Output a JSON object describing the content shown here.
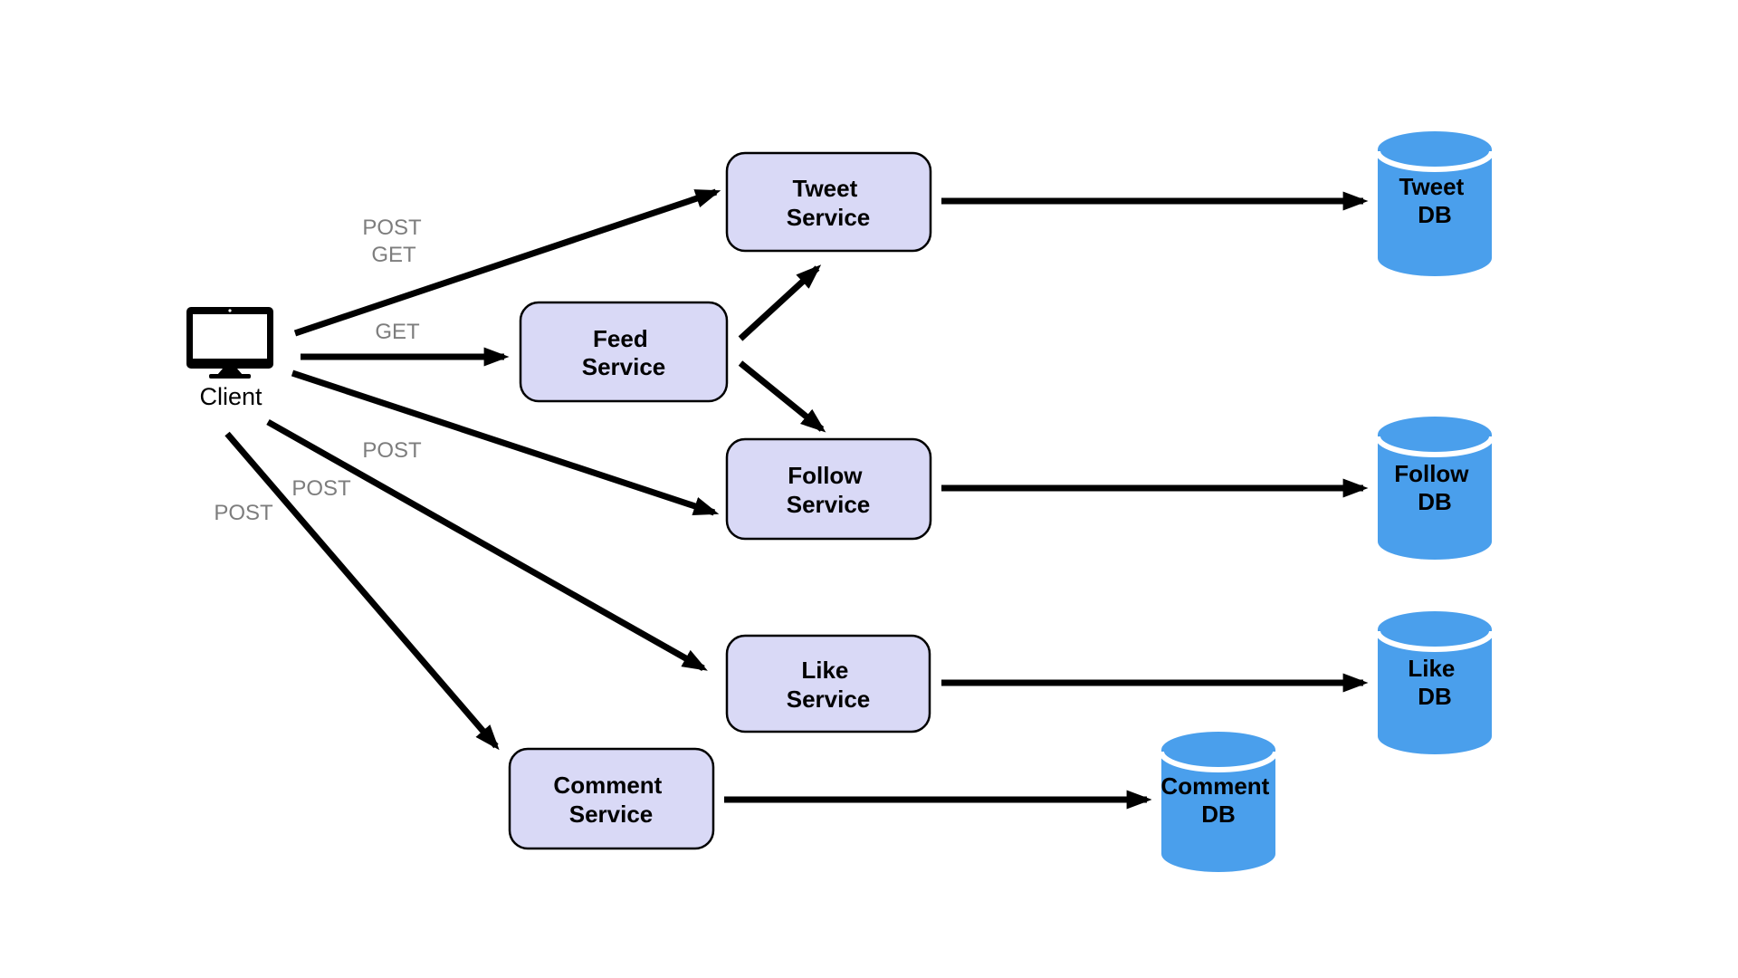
{
  "diagram": {
    "client": {
      "label": "Client"
    },
    "services": [
      {
        "id": "tweet-service",
        "line1": "Tweet",
        "line2": "Service"
      },
      {
        "id": "feed-service",
        "line1": "Feed",
        "line2": "Service"
      },
      {
        "id": "follow-service",
        "line1": "Follow",
        "line2": "Service"
      },
      {
        "id": "like-service",
        "line1": "Like",
        "line2": "Service"
      },
      {
        "id": "comment-service",
        "line1": "Comment",
        "line2": "Service"
      }
    ],
    "databases": [
      {
        "id": "tweet-db",
        "line1": "Tweet",
        "line2": "DB"
      },
      {
        "id": "follow-db",
        "line1": "Follow",
        "line2": "DB"
      },
      {
        "id": "like-db",
        "line1": "Like",
        "line2": "DB"
      },
      {
        "id": "comment-db",
        "line1": "Comment",
        "line2": "DB"
      }
    ],
    "edge_labels": [
      {
        "id": "client-tweet-post",
        "text": "POST"
      },
      {
        "id": "client-tweet-get",
        "text": "GET"
      },
      {
        "id": "client-feed-get",
        "text": "GET"
      },
      {
        "id": "client-follow-post",
        "text": "POST"
      },
      {
        "id": "client-like-post",
        "text": "POST"
      },
      {
        "id": "client-comment-post",
        "text": "POST"
      }
    ],
    "colors": {
      "background": "#ffffff",
      "service_fill": "#d9d9f6",
      "service_stroke": "#000000",
      "db_fill": "#4a9fec",
      "edge_color": "#000000",
      "edge_label_color": "#7d7d7d"
    }
  }
}
